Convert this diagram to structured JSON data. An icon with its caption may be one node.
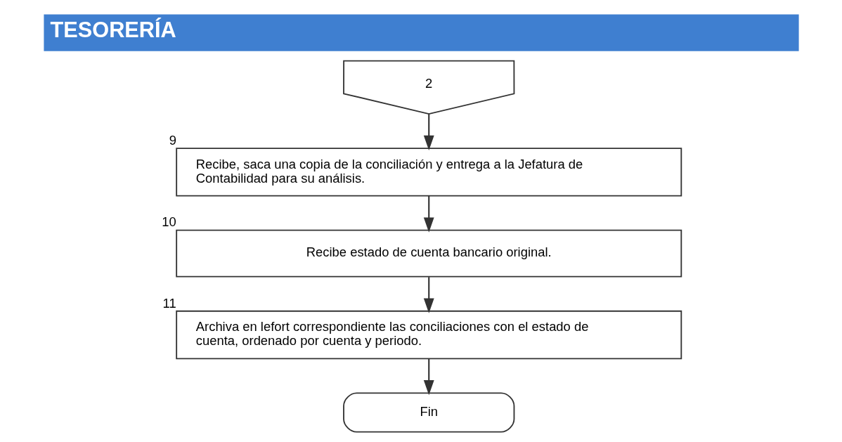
{
  "diagram": {
    "title": "TESORERÍA",
    "nodes": [
      {
        "text": [
          "2"
        ]
      },
      {
        "text": [
          "Recibe, saca una copia de la conciliación y entrega a la Jefatura de Contabilidad para su análisis."
        ],
        "beside": [
          "9"
        ]
      },
      {
        "text": [
          "Recibe estado de cuenta bancario original."
        ],
        "beside": [
          "10"
        ]
      },
      {
        "text": [
          "Archiva en lefort correspondiente las conciliaciones con el estado de cuenta, ordenado por cuenta y periodo."
        ],
        "beside": [
          "11"
        ]
      },
      {
        "text": [
          "Fin"
        ]
      }
    ],
    "edges": [
      {
        "from": 0,
        "to": 1,
        "arrow": "to"
      },
      {
        "from": 1,
        "to": 2,
        "arrow": "to"
      },
      {
        "from": 2,
        "to": 3,
        "arrow": "to"
      },
      {
        "from": 3,
        "to": 4,
        "arrow": "to"
      }
    ]
  }
}
